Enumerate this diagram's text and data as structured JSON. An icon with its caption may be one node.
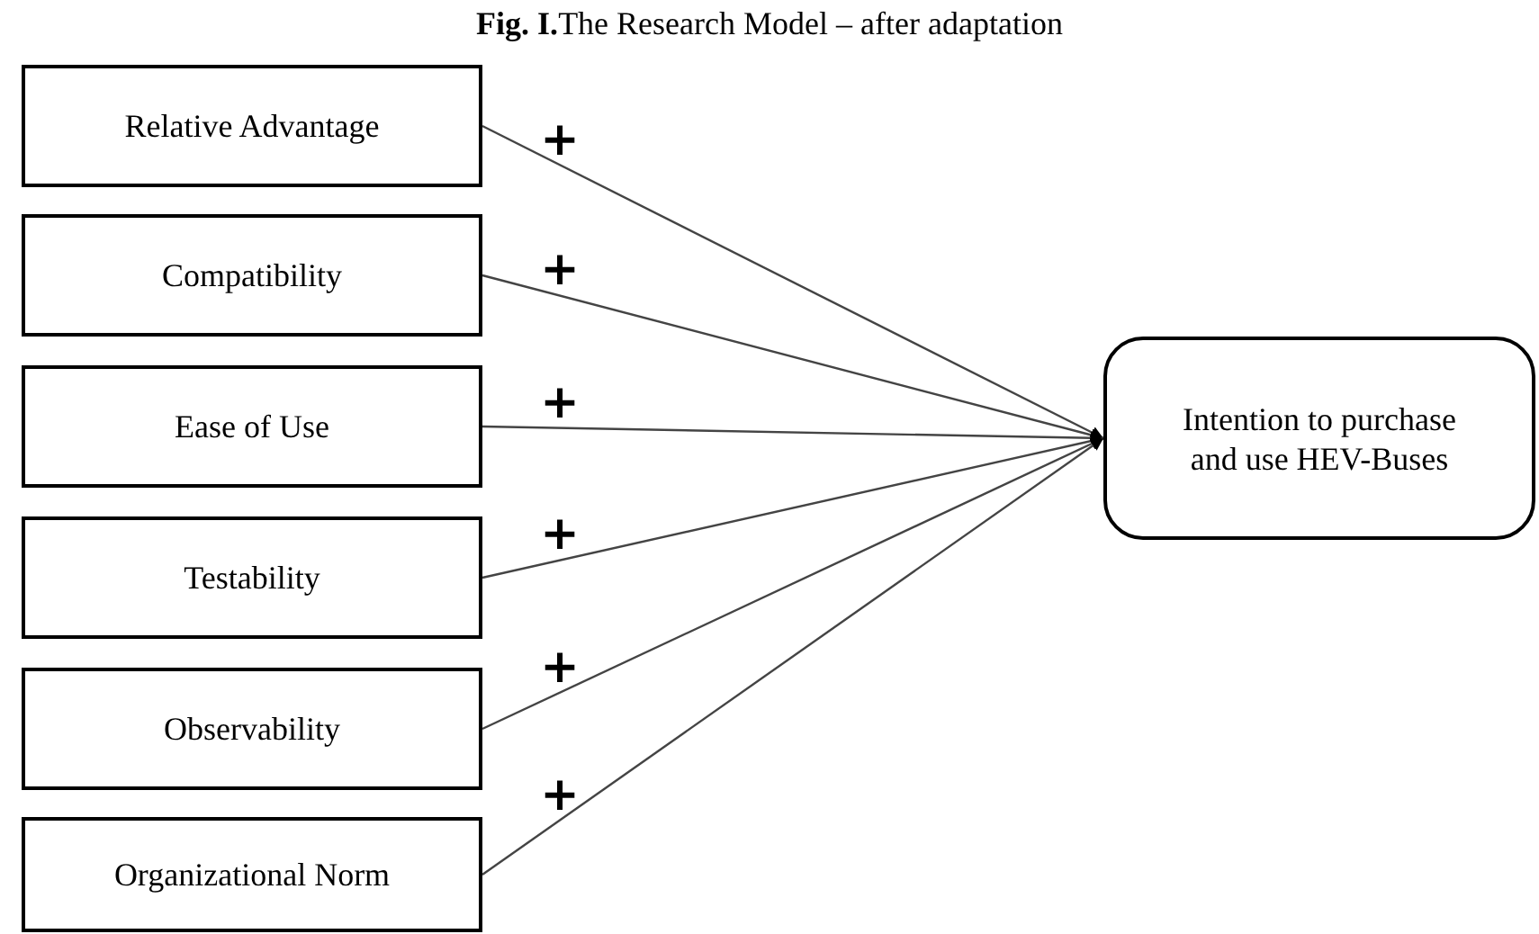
{
  "diagram": {
    "title": "**Fig. I.**The Research Model – after adaptation",
    "nodes": [
      {
        "text": [
          "Relative Advantage"
        ]
      },
      {
        "text": [
          "Compatibility"
        ]
      },
      {
        "text": [
          "Ease of Use"
        ]
      },
      {
        "text": [
          "Testability"
        ]
      },
      {
        "text": [
          "Observability"
        ]
      },
      {
        "text": [
          "Organizational Norm"
        ]
      },
      {
        "text": [
          "Intention to purchase and use HEV-Buses"
        ]
      }
    ],
    "edges": [
      {
        "from": 0,
        "to": 6,
        "arrow": "to",
        "label": "+"
      },
      {
        "from": 1,
        "to": 6,
        "arrow": "to",
        "label": "+"
      },
      {
        "from": 2,
        "to": 6,
        "arrow": "to",
        "label": "+"
      },
      {
        "from": 3,
        "to": 6,
        "arrow": "to",
        "label": "+"
      },
      {
        "from": 4,
        "to": 6,
        "arrow": "to",
        "label": "+"
      },
      {
        "from": 5,
        "to": 6,
        "arrow": "to",
        "label": "+"
      }
    ]
  }
}
